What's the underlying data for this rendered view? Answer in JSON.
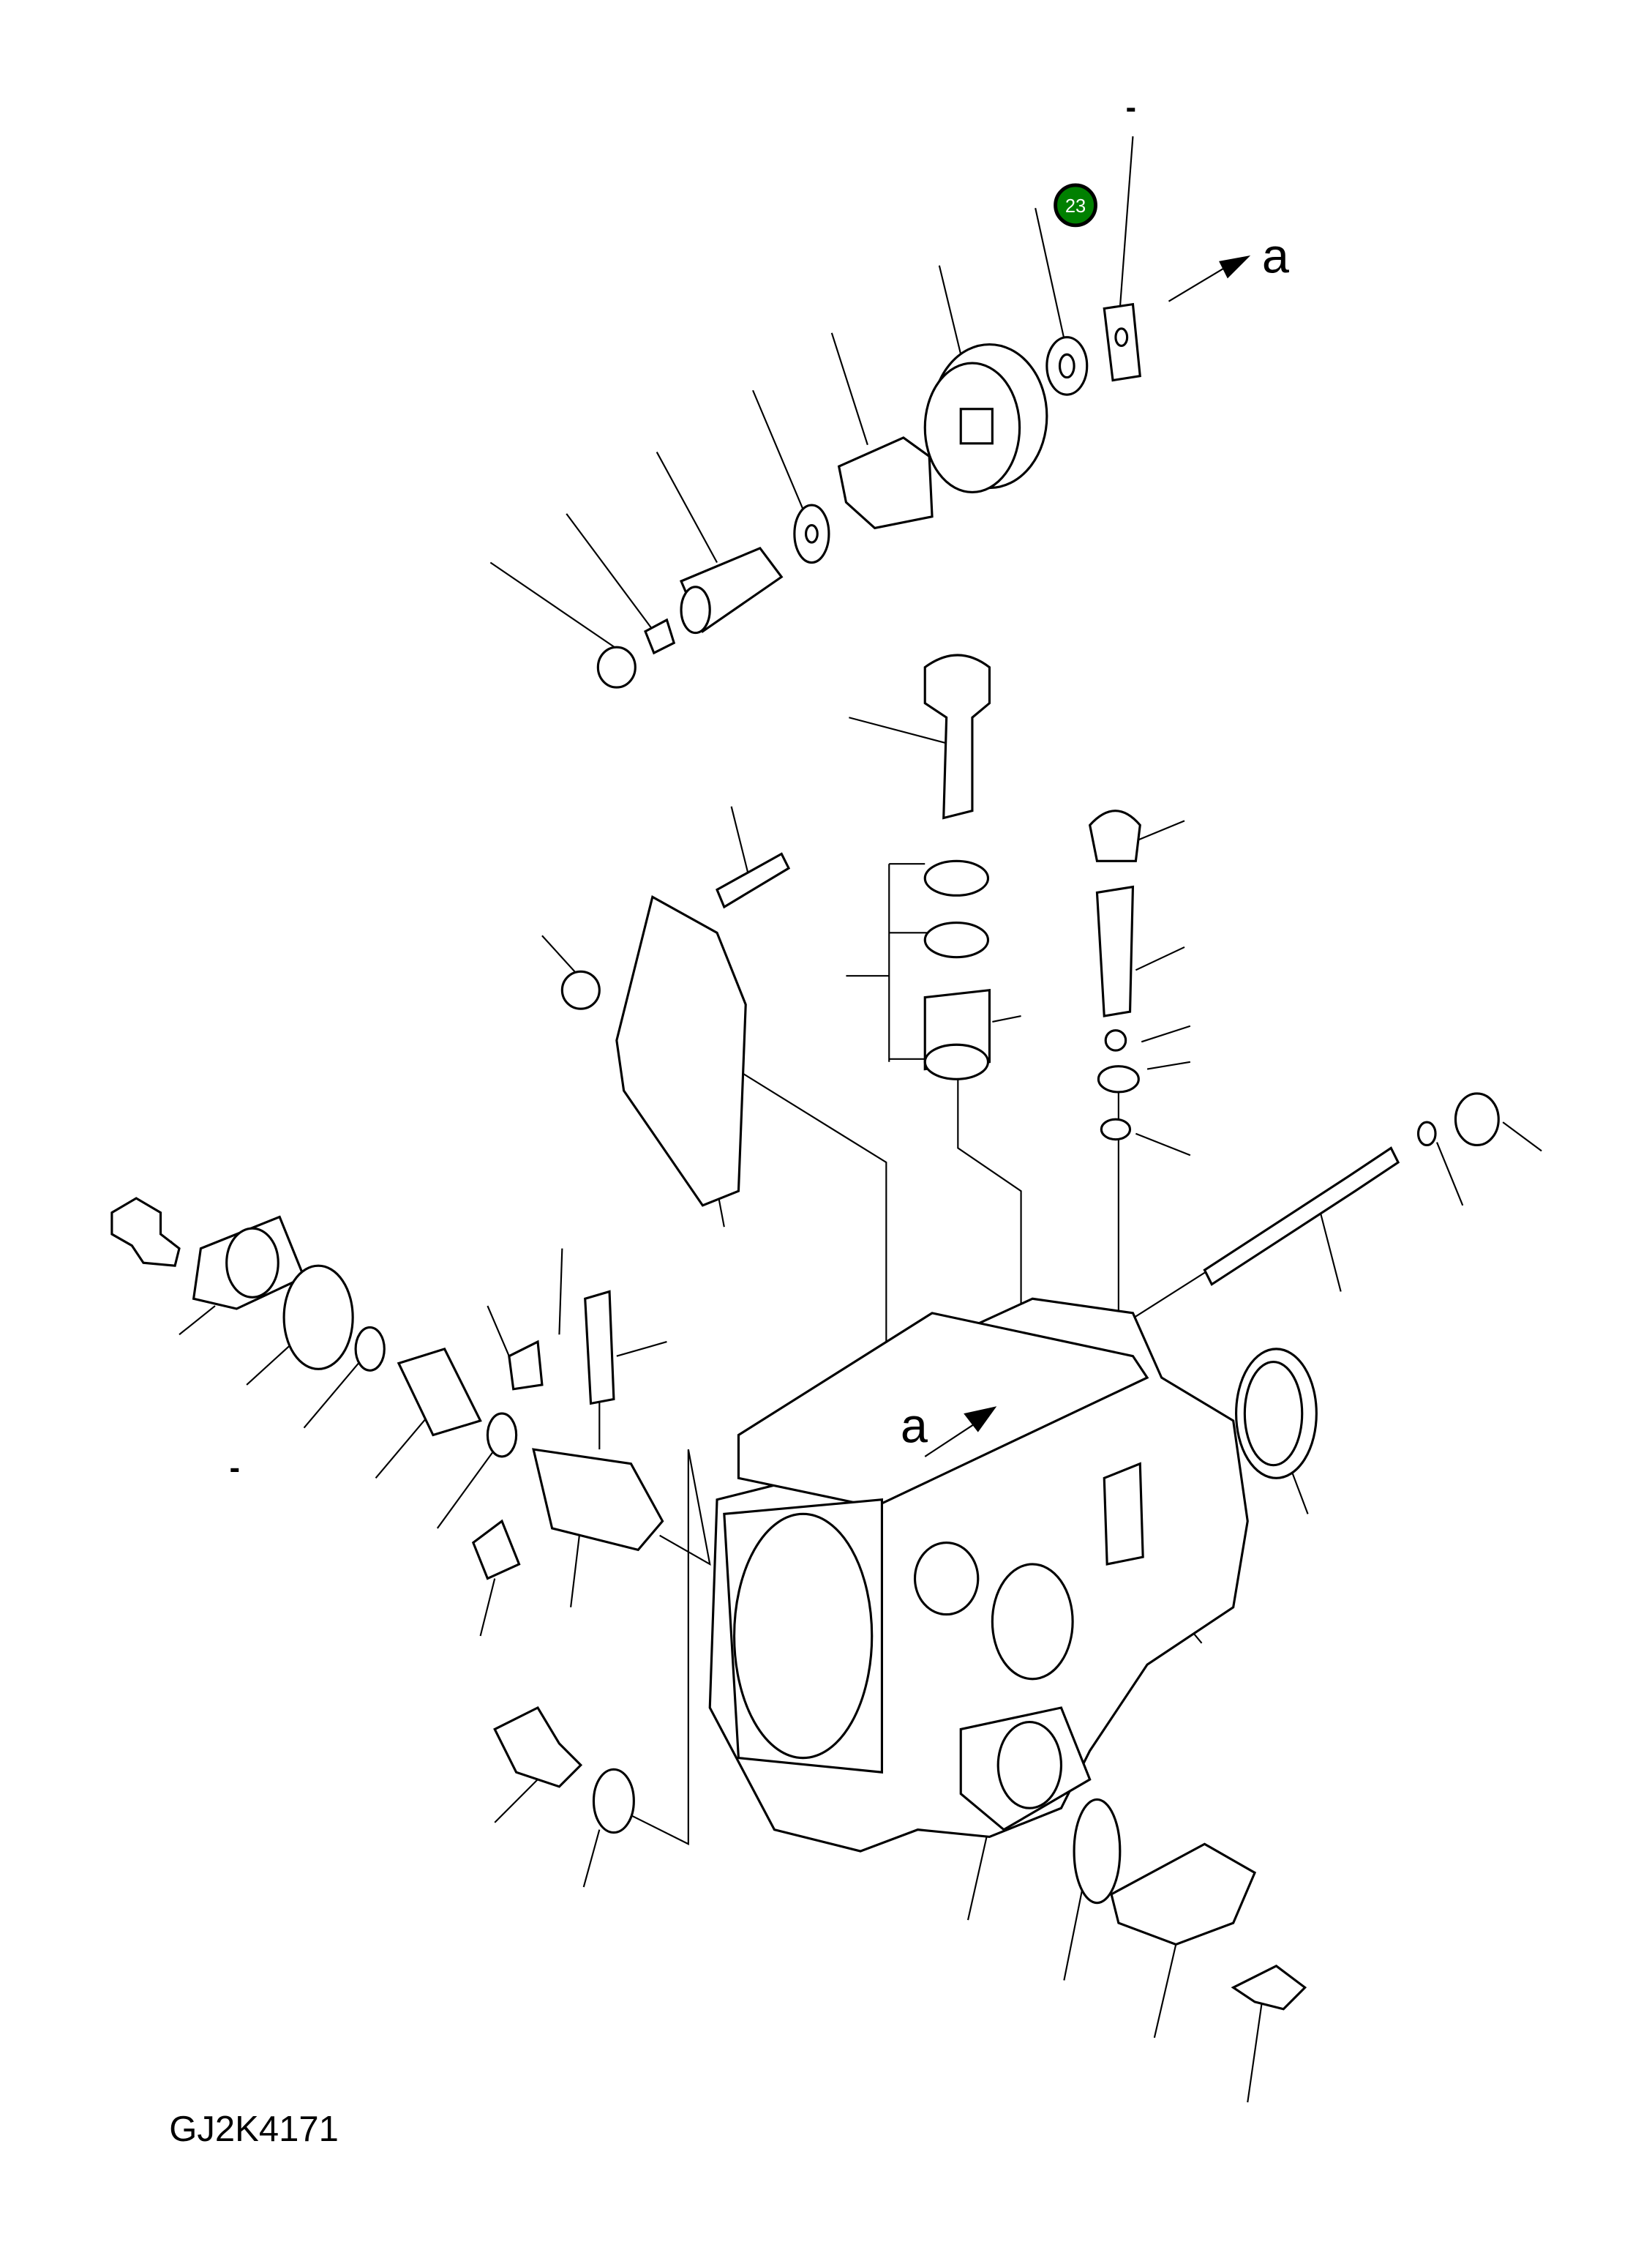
{
  "diagram": {
    "drawing_code": "GJ2K4171",
    "view_marker": "a",
    "view_marker_body": "a",
    "dash_top": "-",
    "dash_left": "-",
    "callout": {
      "number": "23",
      "color": "#008000",
      "text_color": "#ffffff"
    },
    "line_color": "#000000",
    "background": "#ffffff"
  }
}
